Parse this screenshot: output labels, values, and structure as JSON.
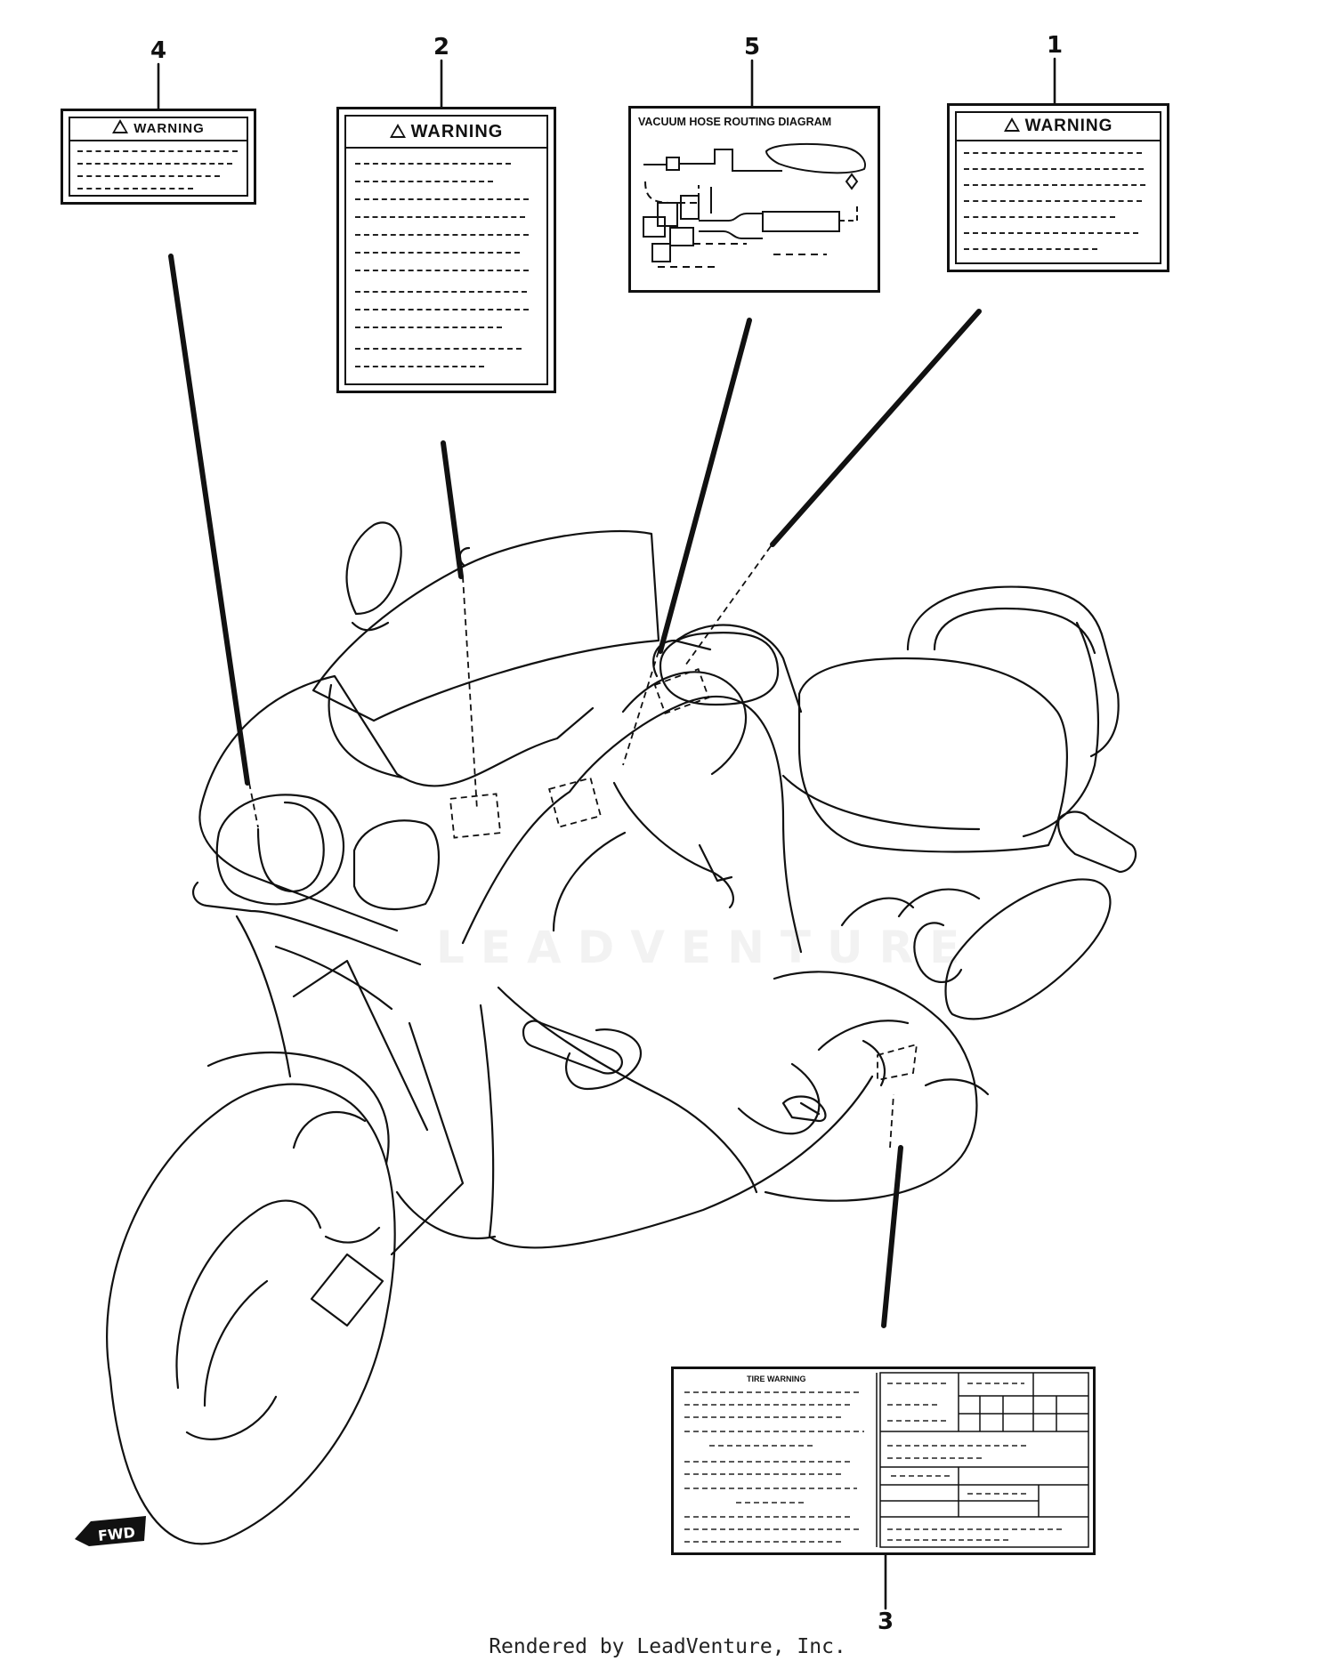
{
  "callouts": [
    "4",
    "2",
    "5",
    "1",
    "3"
  ],
  "labels": {
    "warning_4": "WARNING",
    "warning_2": "WARNING",
    "vacuum_5": "VACUUM HOSE ROUTING DIAGRAM",
    "warning_1": "WARNING",
    "tire_3": "TIRE WARNING"
  },
  "fwd": "FWD",
  "watermark": "LEADVENTURE",
  "footer": "Rendered by LeadVenture, Inc.",
  "colors": {
    "ink": "#111111",
    "background": "#ffffff"
  }
}
